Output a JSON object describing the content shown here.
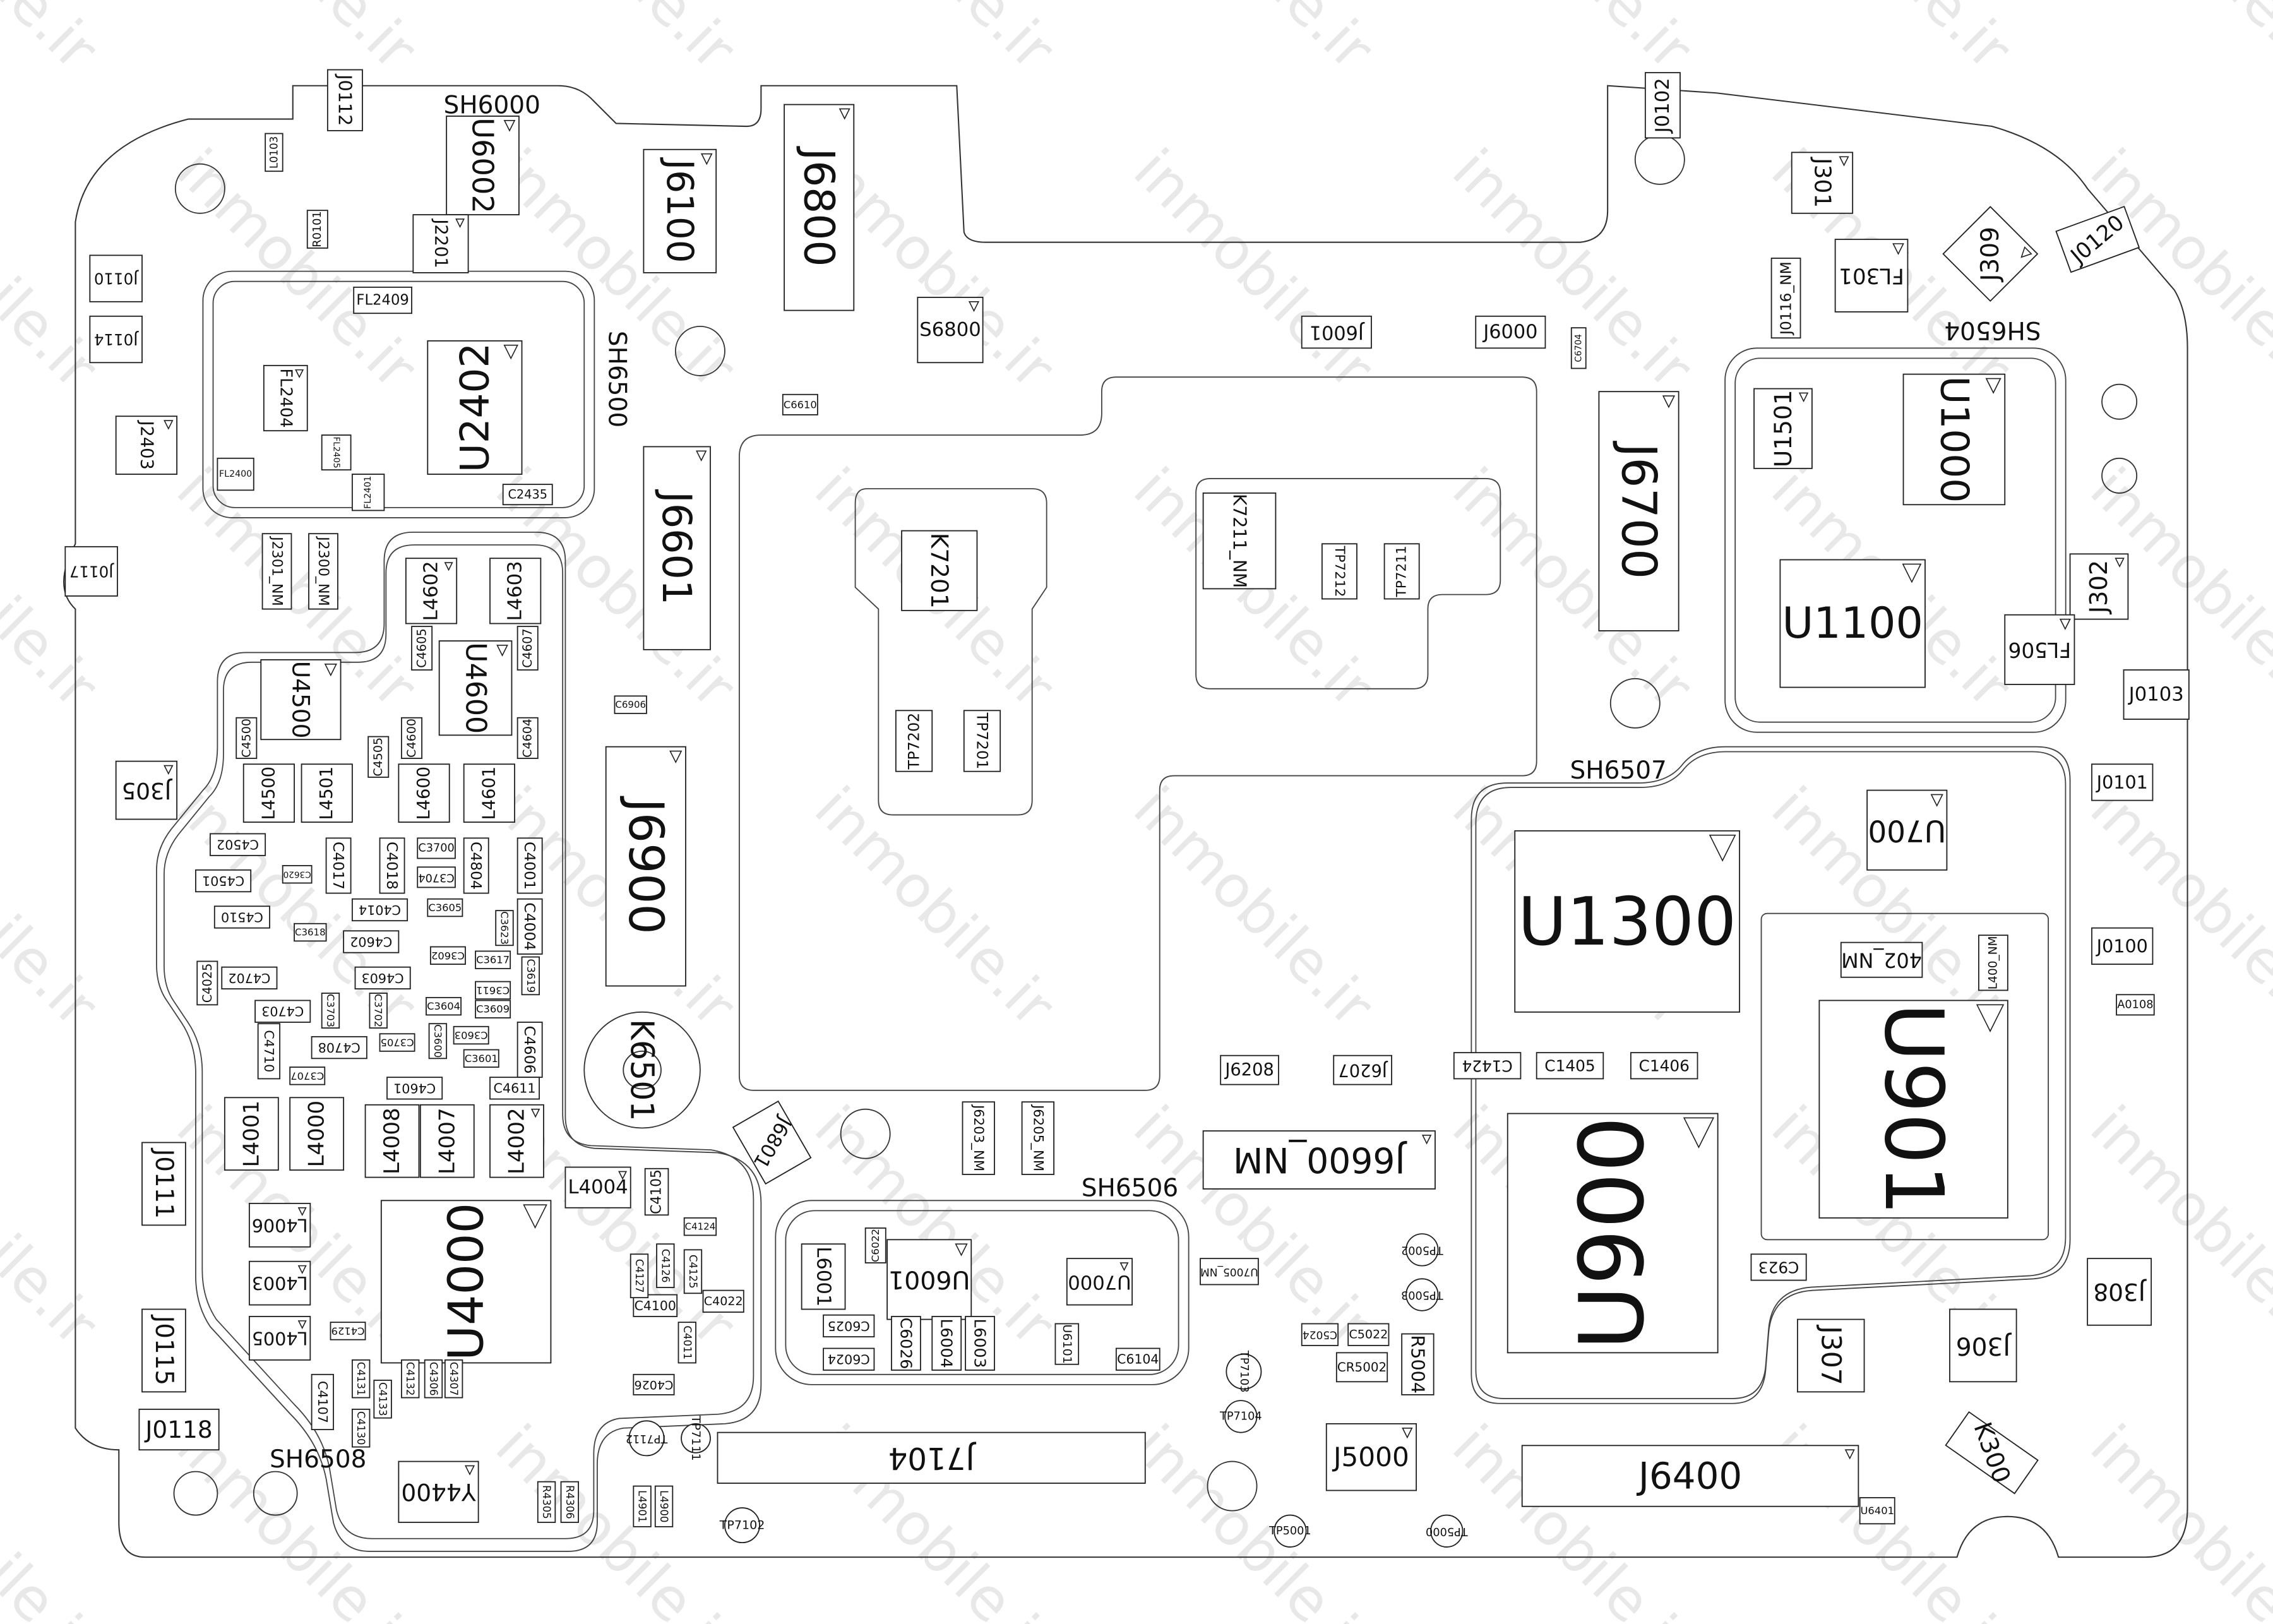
{
  "watermark": "inmobile.ir",
  "shield_labels": {
    "sh6000": "SH6000",
    "sh6500": "SH6500",
    "sh6504": "SH6504",
    "sh6507": "SH6507",
    "sh6506": "SH6506",
    "sh6508": "SH6508"
  },
  "components": {
    "u6002": "U6002",
    "j6100": "J6100",
    "j6800": "J6800",
    "s6800": "S6800",
    "j2201": "J2201",
    "j0112": "J0112",
    "j0110": "J0110",
    "j0114": "J0114",
    "j2403": "J2403",
    "j0117": "J0117",
    "j2301nm": "J2301_NM",
    "j2300nm": "J2300_NM",
    "u2402": "U2402",
    "fl2409": "FL2409",
    "fl2404": "FL2404",
    "fl2400": "FL2400",
    "fl2401": "FL2401",
    "fl2405": "FL2405",
    "c2435": "C2435",
    "c6610": "C6610",
    "j6601": "J6601",
    "r0101": "R0101",
    "l0103": "L0103",
    "k7201": "K7201",
    "tp7202": "TP7202",
    "tp7201": "TP7201",
    "k7211nm": "K7211_NM",
    "tp7212": "TP7212",
    "tp7211": "TP7211",
    "j6001": "J6001",
    "j6000": "J6000",
    "j6700": "J6700",
    "c6704": "C6704",
    "j0102": "J0102",
    "j301": "J301",
    "fl301": "FL301",
    "j309": "J309",
    "j0120": "J0120",
    "j0116nm": "J0116_NM",
    "u1501": "U1501",
    "u1000": "U1000",
    "u1100": "U1100",
    "j302": "J302",
    "fl506": "FL506",
    "j0103": "J0103",
    "j0101": "J0101",
    "j0100": "J0100",
    "u1300": "U1300",
    "u700": "U700",
    "l400nm": "L400_NM",
    "u402nm": "402_NM",
    "u901": "U901",
    "u900": "U900",
    "c923": "C923",
    "c1424": "C1424",
    "c1405": "C1405",
    "c1406": "C1406",
    "j308": "J308",
    "j306": "J306",
    "j307": "J307",
    "k300": "K300",
    "a0108": "A0108",
    "j6400": "J6400",
    "u6401": "U6401",
    "j5000": "J5000",
    "r5004": "R5004",
    "cr5002": "CR5002",
    "c5022": "C5022",
    "c5024": "C5024",
    "tp5002": "TP5002",
    "tp5003": "TP5003",
    "tp7103": "TP7103",
    "tp7104": "TP7104",
    "tp5001": "TP5001",
    "tp5000": "TP5000",
    "tp7102": "TP7102",
    "tp7112": "TP7112",
    "tp7111": "TP7111",
    "j6600nm": "J6600_NM",
    "j6208": "J6208",
    "j6207": "J6207",
    "j6203nm": "J6203_NM",
    "j6205nm": "J6205_NM",
    "u7005nm": "U7005_NM",
    "u6001": "U6001",
    "l6001": "L6001",
    "u7000": "U7000",
    "c6025": "C6025",
    "c6024": "C6024",
    "c6026": "C6026",
    "l6004": "L6004",
    "l6003": "L6003",
    "c6104": "C6104",
    "c6022": "C6022",
    "u6101": "U6101",
    "j7104": "J7104",
    "k6501": "K6501",
    "j6900": "J6900",
    "j6801": "J6801",
    "c6906": "C6906",
    "l4602": "L4602",
    "l4603": "L4603",
    "u4500": "U4500",
    "u4600": "U4600",
    "c4605": "C4605",
    "c4607": "C4607",
    "c4500": "C4500",
    "c4600": "C4600",
    "c4604": "C4604",
    "c4505": "C4505",
    "l4500": "L4500",
    "l4501": "L4501",
    "l4600": "L4600",
    "l4601": "L4601",
    "c4502": "C4502",
    "c4501": "C4501",
    "c4510": "C4510",
    "c4017": "C4017",
    "c4018": "C4018",
    "c3700": "C3700",
    "c3704": "C3704",
    "c3620": "C3620",
    "c3618": "C3618",
    "c3605": "C3605",
    "c3623": "C3623",
    "c3602": "C3602",
    "c3617": "C3617",
    "c3611": "C3611",
    "c3619": "C3619",
    "c3604": "C3604",
    "c3609": "C3609",
    "c3603": "C3603",
    "c3601": "C3601",
    "c3705": "C3705",
    "c3707": "C3707",
    "c3702": "C3702",
    "c3703": "C3703",
    "c3600": "C3600",
    "c4025": "C4025",
    "c4804": "C4804",
    "c4001": "C4001",
    "c4014": "C4014",
    "c4004": "C4004",
    "c4602": "C4602",
    "c4603": "C4603",
    "c4702": "C4702",
    "c4703": "C4703",
    "c4708": "C4708",
    "c4710": "C4710",
    "c4601": "C4601",
    "c4606": "C4606",
    "c4611": "C4611",
    "l4001": "L4001",
    "l4000": "L4000",
    "l4008": "L4008",
    "l4007": "L4007",
    "l4002": "L4002",
    "l4004": "L4004",
    "u4000": "U4000",
    "l4006": "L4006",
    "l4003": "L4003",
    "l4005": "L4005",
    "c4107": "C4107",
    "c4131": "C4131",
    "c4132": "C4132",
    "c4133": "C4133",
    "c4306": "C4306",
    "c4307": "C4307",
    "c4130": "C4130",
    "c4129": "C4129",
    "c4100": "C4100",
    "c4022": "C4022",
    "c4011": "C4011",
    "c4026": "C4026",
    "c4127": "C4127",
    "c4126": "C4126",
    "c4125": "C4125",
    "c4124": "C4124",
    "c4105": "C4105",
    "y4400": "Y4400",
    "r4305": "R4305",
    "r4306": "R4306",
    "l4900": "L4900",
    "l4901": "L4901",
    "j305": "J305",
    "j0111": "J0111",
    "j0115": "J0115",
    "j0118": "J0118"
  }
}
